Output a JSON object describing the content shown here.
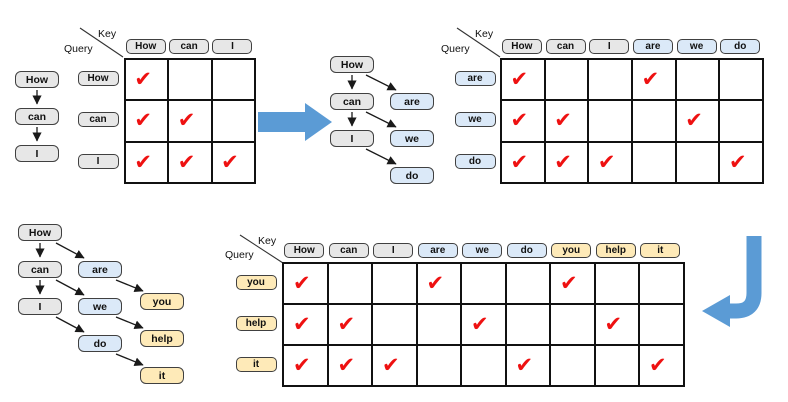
{
  "colors": {
    "node_gray": "#e7e7e7",
    "node_blue": "#dbe9f8",
    "node_yellow": "#feeab8",
    "node_border": "#404040",
    "check_red": "#ee1111",
    "arrow_blue": "#5b9bd5"
  },
  "legend": {
    "key": "Key",
    "query": "Query"
  },
  "check": "✔",
  "trees": {
    "t1": {
      "nodes": {
        "how": "How",
        "can": "can",
        "i": "I"
      }
    },
    "t2": {
      "nodes": {
        "how": "How",
        "can": "can",
        "i": "I",
        "are": "are",
        "we": "we",
        "do": "do"
      }
    },
    "t3": {
      "nodes": {
        "how": "How",
        "can": "can",
        "i": "I",
        "are": "are",
        "we": "we",
        "do": "do",
        "you": "you",
        "help": "help",
        "it": "it"
      }
    }
  },
  "matrix1": {
    "keys": [
      "How",
      "can",
      "I"
    ],
    "queries": [
      "How",
      "can",
      "I"
    ],
    "cells": [
      [
        "✔",
        "",
        ""
      ],
      [
        "✔",
        "✔",
        ""
      ],
      [
        "✔",
        "✔",
        "✔"
      ]
    ]
  },
  "matrix2": {
    "keys": [
      "How",
      "can",
      "I",
      "are",
      "we",
      "do"
    ],
    "queries": [
      "are",
      "we",
      "do"
    ],
    "cells": [
      [
        "✔",
        "",
        "",
        "✔",
        "",
        ""
      ],
      [
        "✔",
        "✔",
        "",
        "",
        "✔",
        ""
      ],
      [
        "✔",
        "✔",
        "✔",
        "",
        "",
        "✔"
      ]
    ]
  },
  "matrix3": {
    "keys": [
      "How",
      "can",
      "I",
      "are",
      "we",
      "do",
      "you",
      "help",
      "it"
    ],
    "queries": [
      "you",
      "help",
      "it"
    ],
    "cells": [
      [
        "✔",
        "",
        "",
        "✔",
        "",
        "",
        "✔",
        "",
        ""
      ],
      [
        "✔",
        "✔",
        "",
        "",
        "✔",
        "",
        "",
        "✔",
        ""
      ],
      [
        "✔",
        "✔",
        "✔",
        "",
        "",
        "✔",
        "",
        "",
        "✔"
      ]
    ]
  }
}
